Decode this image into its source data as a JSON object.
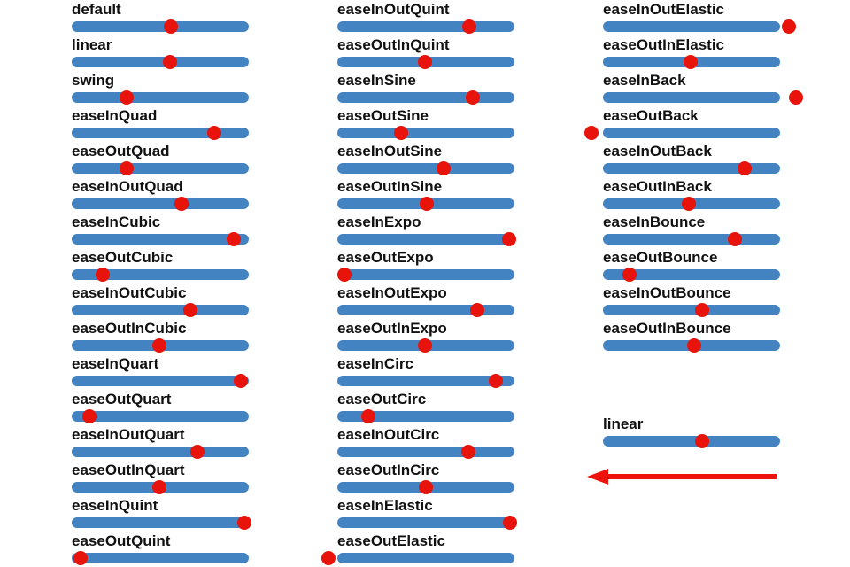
{
  "colors": {
    "bar_blue": "#4483c2",
    "ball_red": "#e8130a",
    "arrow_red": "#ed120b",
    "label_text": "#111111",
    "background": "#ffffff"
  },
  "columns": [
    {
      "name": "column-1",
      "items": [
        {
          "label": "default",
          "progress_pct": 56
        },
        {
          "label": "linear",
          "progress_pct": 55.5
        },
        {
          "label": "swing",
          "progress_pct": 31
        },
        {
          "label": "easeInQuad",
          "progress_pct": 80.5
        },
        {
          "label": "easeOutQuad",
          "progress_pct": 31
        },
        {
          "label": "easeInOutQuad",
          "progress_pct": 62
        },
        {
          "label": "easeInCubic",
          "progress_pct": 91.5
        },
        {
          "label": "easeOutCubic",
          "progress_pct": 17.5
        },
        {
          "label": "easeInOutCubic",
          "progress_pct": 67
        },
        {
          "label": "easeOutInCubic",
          "progress_pct": 49.5
        },
        {
          "label": "easeInQuart",
          "progress_pct": 95.5
        },
        {
          "label": "easeOutQuart",
          "progress_pct": 10
        },
        {
          "label": "easeInOutQuart",
          "progress_pct": 71
        },
        {
          "label": "easeOutInQuart",
          "progress_pct": 49.5
        },
        {
          "label": "easeInQuint",
          "progress_pct": 97.5
        },
        {
          "label": "easeOutQuint",
          "progress_pct": 5
        }
      ]
    },
    {
      "name": "column-2",
      "items": [
        {
          "label": "easeInOutQuint",
          "progress_pct": 74.5
        },
        {
          "label": "easeOutInQuint",
          "progress_pct": 49.5
        },
        {
          "label": "easeInSine",
          "progress_pct": 76.5
        },
        {
          "label": "easeOutSine",
          "progress_pct": 36
        },
        {
          "label": "easeInOutSine",
          "progress_pct": 60
        },
        {
          "label": "easeOutInSine",
          "progress_pct": 50.5
        },
        {
          "label": "easeInExpo",
          "progress_pct": 97
        },
        {
          "label": "easeOutExpo",
          "progress_pct": 4
        },
        {
          "label": "easeInOutExpo",
          "progress_pct": 79
        },
        {
          "label": "easeOutInExpo",
          "progress_pct": 49.5
        },
        {
          "label": "easeInCirc",
          "progress_pct": 89.5
        },
        {
          "label": "easeOutCirc",
          "progress_pct": 17.5
        },
        {
          "label": "easeInOutCirc",
          "progress_pct": 74
        },
        {
          "label": "easeOutInCirc",
          "progress_pct": 50
        },
        {
          "label": "easeInElastic",
          "progress_pct": 97.5
        },
        {
          "label": "easeOutElastic",
          "progress_pct": -5
        }
      ]
    },
    {
      "name": "column-3",
      "items": [
        {
          "label": "easeInOutElastic",
          "progress_pct": 105
        },
        {
          "label": "easeOutInElastic",
          "progress_pct": 49.5
        },
        {
          "label": "easeInBack",
          "progress_pct": 109
        },
        {
          "label": "easeOutBack",
          "progress_pct": -6.5
        },
        {
          "label": "easeInOutBack",
          "progress_pct": 80
        },
        {
          "label": "easeOutInBack",
          "progress_pct": 48.5
        },
        {
          "label": "easeInBounce",
          "progress_pct": 74.5
        },
        {
          "label": "easeOutBounce",
          "progress_pct": 15
        },
        {
          "label": "easeInOutBounce",
          "progress_pct": 56
        },
        {
          "label": "easeOutInBounce",
          "progress_pct": 51.5
        }
      ]
    }
  ],
  "footer": {
    "item": {
      "label": "linear",
      "progress_pct": 56
    },
    "arrow_icon": "left-arrow"
  }
}
